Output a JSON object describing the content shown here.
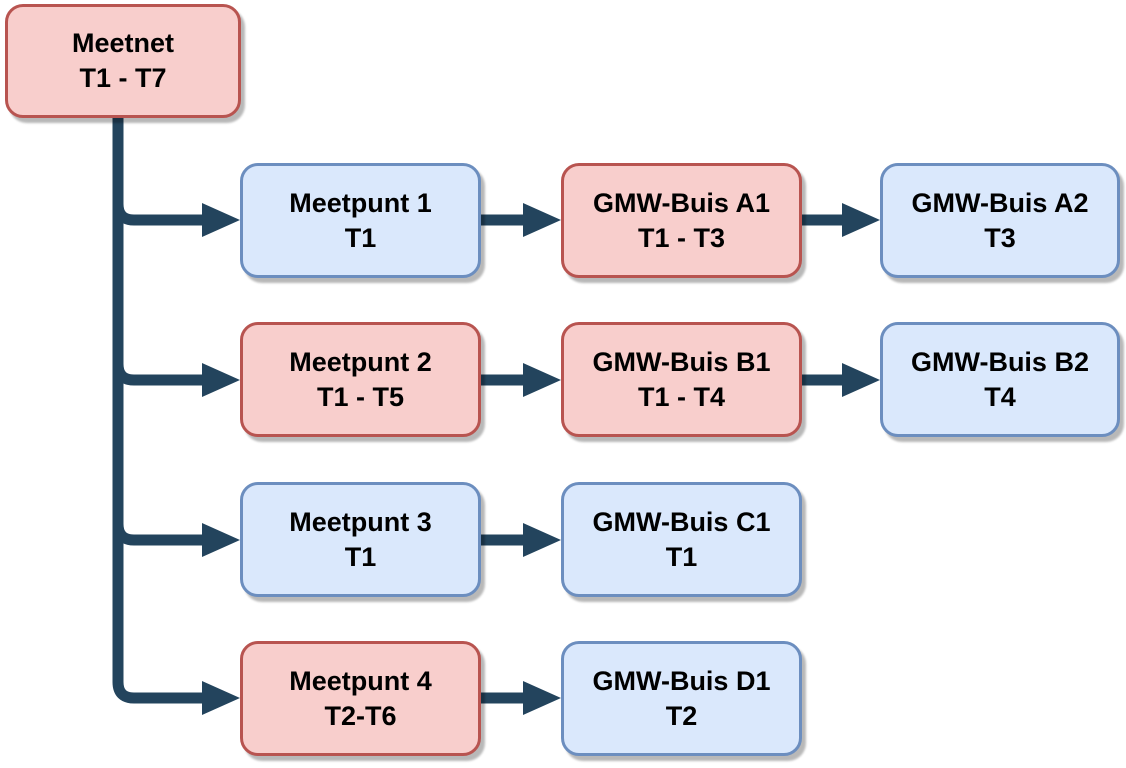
{
  "diagram": {
    "title": "Meetnet GMW hierarchy diagram",
    "background_color": "#ffffff",
    "connector_color": "#23445d",
    "text_color": "#000000",
    "node_styles": {
      "red": {
        "fill": "#f8cecc",
        "border": "#b85450"
      },
      "blue": {
        "fill": "#dae8fc",
        "border": "#6c8ebf"
      }
    },
    "nodes": {
      "meetnet": {
        "line1": "Meetnet",
        "line2": "T1 - T7",
        "style": "red"
      },
      "meetpunt1": {
        "line1": "Meetpunt 1",
        "line2": "T1",
        "style": "blue"
      },
      "buisA1": {
        "line1": "GMW-Buis A1",
        "line2": "T1 - T3",
        "style": "red"
      },
      "buisA2": {
        "line1": "GMW-Buis A2",
        "line2": "T3",
        "style": "blue"
      },
      "meetpunt2": {
        "line1": "Meetpunt 2",
        "line2": "T1 - T5",
        "style": "red"
      },
      "buisB1": {
        "line1": "GMW-Buis B1",
        "line2": "T1 - T4",
        "style": "red"
      },
      "buisB2": {
        "line1": "GMW-Buis B2",
        "line2": "T4",
        "style": "blue"
      },
      "meetpunt3": {
        "line1": "Meetpunt 3",
        "line2": "T1",
        "style": "blue"
      },
      "buisC1": {
        "line1": "GMW-Buis C1",
        "line2": "T1",
        "style": "blue"
      },
      "meetpunt4": {
        "line1": "Meetpunt 4",
        "line2": "T2-T6",
        "style": "red"
      },
      "buisD1": {
        "line1": "GMW-Buis D1",
        "line2": "T2",
        "style": "blue"
      }
    },
    "edges": [
      {
        "from": "meetnet",
        "to": "meetpunt1"
      },
      {
        "from": "meetnet",
        "to": "meetpunt2"
      },
      {
        "from": "meetnet",
        "to": "meetpunt3"
      },
      {
        "from": "meetnet",
        "to": "meetpunt4"
      },
      {
        "from": "meetpunt1",
        "to": "buisA1"
      },
      {
        "from": "buisA1",
        "to": "buisA2"
      },
      {
        "from": "meetpunt2",
        "to": "buisB1"
      },
      {
        "from": "buisB1",
        "to": "buisB2"
      },
      {
        "from": "meetpunt3",
        "to": "buisC1"
      },
      {
        "from": "meetpunt4",
        "to": "buisD1"
      }
    ]
  }
}
